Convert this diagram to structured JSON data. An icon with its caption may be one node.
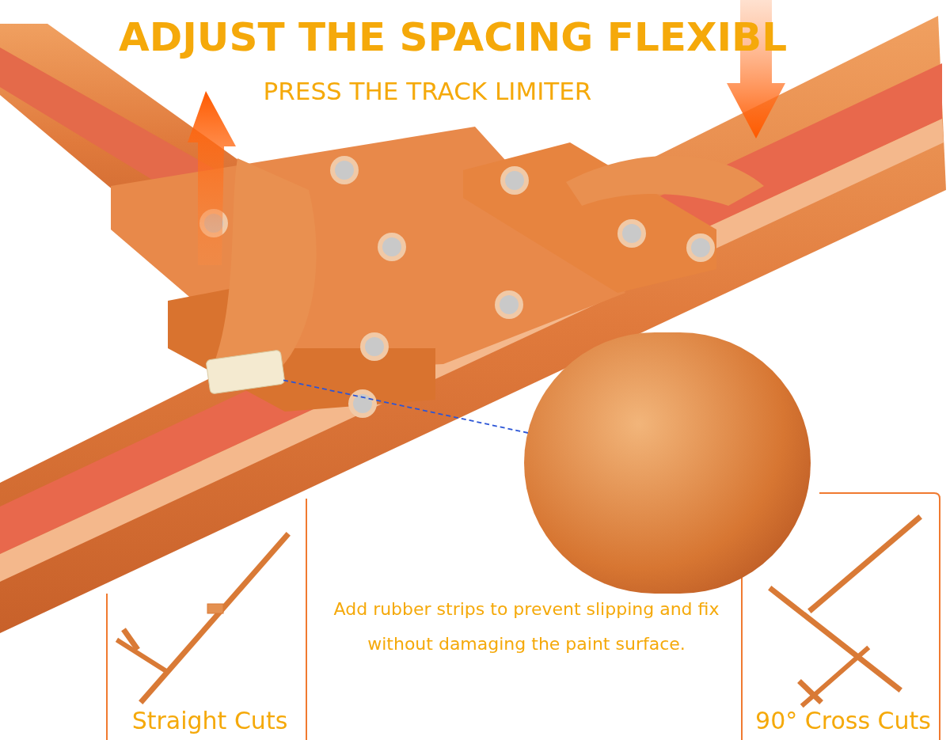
{
  "diagram": {
    "title": "ADJUST THE SPACING FLEXIBL",
    "nodes": [
      {
        "text": [],
        "shape": "bar"
      },
      {
        "text": [],
        "shape": "circle"
      }
    ],
    "edges": [
      {
        "from": 0,
        "to": 1,
        "arrow": "none",
        "style": "dashed",
        "color": "#2b55d6"
      }
    ],
    "labels": [
      "PRESS THE TRACK LIMITER",
      "Add rubber strips to prevent slipping and fix without damaging the paint surface.",
      "Straight Cuts",
      "90° Cross Cuts"
    ]
  }
}
